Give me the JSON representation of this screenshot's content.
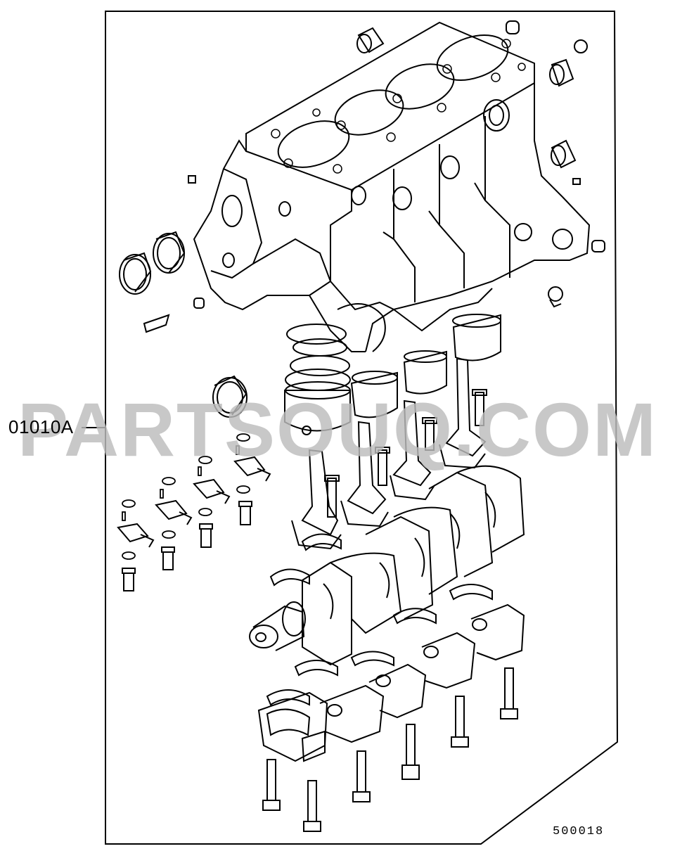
{
  "diagram": {
    "callout_label": "01010A",
    "figure_code": "500018",
    "watermark": "PARTSOUQ.COM"
  }
}
